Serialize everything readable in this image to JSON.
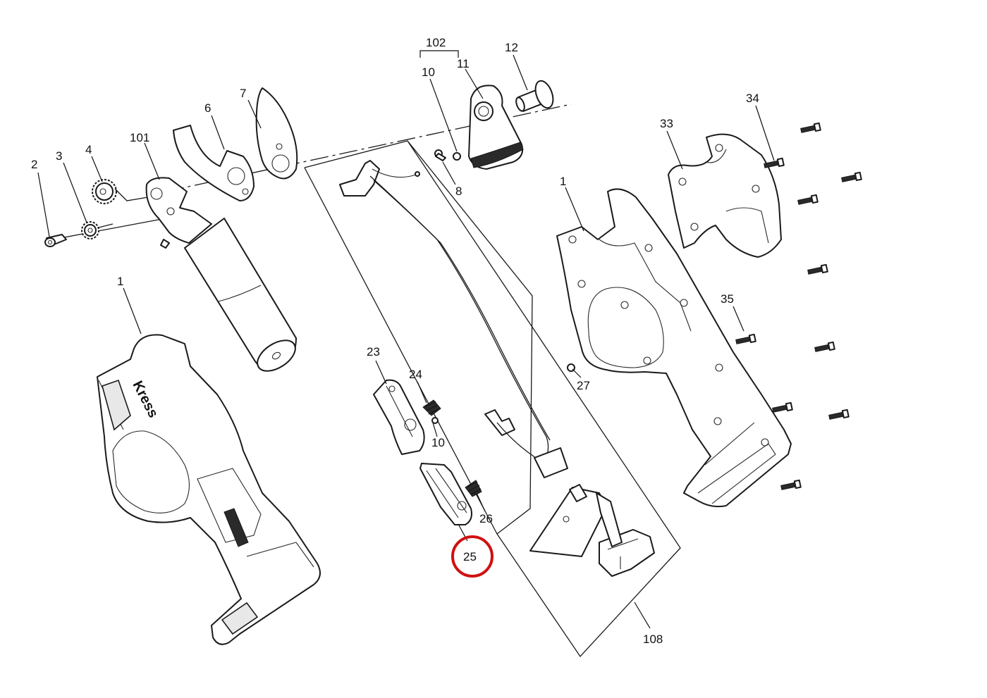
{
  "diagram": {
    "highlight_color": "#d01010",
    "highlighted_label": "25",
    "labels": {
      "l102": "102",
      "l10a": "10",
      "l11": "11",
      "l12": "12",
      "l34": "34",
      "l33": "33",
      "l7": "7",
      "l6": "6",
      "l4": "4",
      "l101": "101",
      "l3": "3",
      "l2": "2",
      "l8": "8",
      "l1a": "1",
      "l1b": "1",
      "l35": "35",
      "l23": "23",
      "l24": "24",
      "l10b": "10",
      "l27": "27",
      "l26": "26",
      "l25": "25",
      "l108": "108"
    },
    "brand_text": "Kress"
  }
}
